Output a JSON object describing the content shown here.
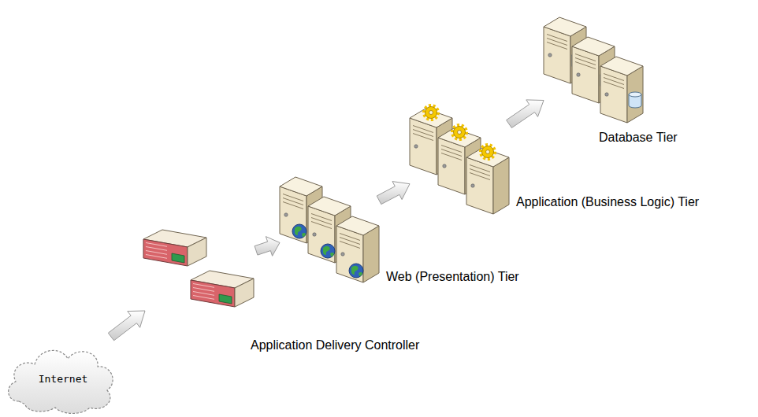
{
  "diagram": {
    "nodes": [
      {
        "text": [
          "Internet"
        ]
      },
      {
        "text": [
          "Application Delivery Controller"
        ]
      },
      {
        "text": [
          "Web (Presentation) Tier"
        ]
      },
      {
        "text": [
          "Application (Business Logic) Tier"
        ]
      },
      {
        "text": [
          "Database Tier"
        ]
      }
    ],
    "edges": [
      {
        "from": 0,
        "to": 1,
        "arrow": "to"
      },
      {
        "from": 1,
        "to": 2,
        "arrow": "to"
      },
      {
        "from": 2,
        "to": 3,
        "arrow": "to"
      },
      {
        "from": 3,
        "to": 4,
        "arrow": "to"
      }
    ]
  }
}
